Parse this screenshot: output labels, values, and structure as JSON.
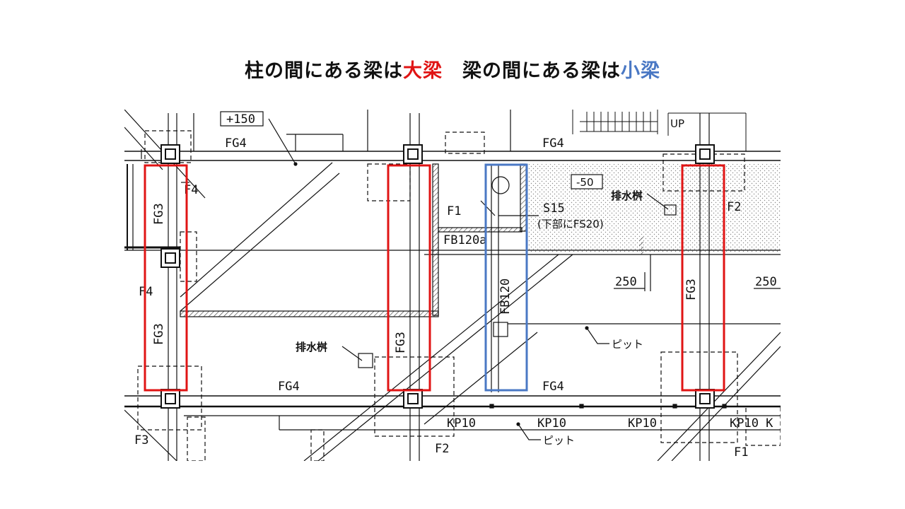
{
  "title": {
    "part1": "柱の間にある梁は",
    "highlight1": "大梁",
    "part2": "　梁の間にある梁は",
    "highlight2": "小梁",
    "color1": "#e01414",
    "color2": "#4a78c4"
  },
  "drawing": {
    "level_tag_top": "+150",
    "level_tag_mid": "-50",
    "up_label": "UP",
    "beam_fg4": "FG4",
    "beam_fg3": "FG3",
    "beam_fb120": "FB120",
    "beam_fb120a": "FB120a",
    "footing_f1": "F1",
    "footing_f2": "F2",
    "footing_f3": "F3",
    "footing_f4": "F4",
    "slab_s15": "S15",
    "slab_note": "(下部にFS20)",
    "drain_basin": "排水桝",
    "pit": "ピット",
    "dim_250": "250",
    "kp10": "KP10",
    "kp10k": "KP10 K"
  }
}
